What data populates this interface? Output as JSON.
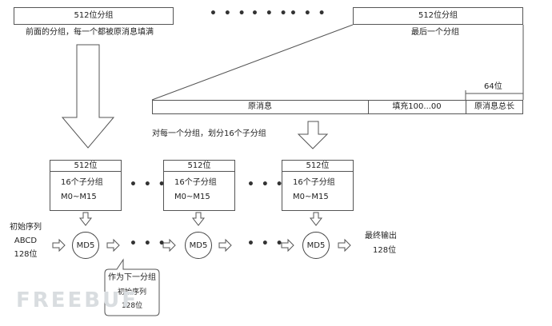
{
  "top": {
    "left_group_label": "512位分组",
    "left_group_desc": "前面的分组，每一个都被原消息填满",
    "dots": "• • •",
    "right_group_label": "512位分组",
    "right_group_desc": "最后一个分组"
  },
  "last_block": {
    "size_64": "64位",
    "orig_msg": "原消息",
    "padding": "填充100...00",
    "orig_len": "原消息总长"
  },
  "split_caption": "对每一个分组，划分16个子分组",
  "subblocks": [
    {
      "head": "512位",
      "line1": "16个子分组",
      "line2": "M0~M15"
    },
    {
      "head": "512位",
      "line1": "16个子分组",
      "line2": "M0~M15"
    },
    {
      "head": "512位",
      "line1": "16个子分组",
      "line2": "M0~M15"
    }
  ],
  "dots_short": "• • •",
  "init": {
    "line1": "初始序列",
    "line2": "ABCD",
    "line3": "128位"
  },
  "md5": [
    "MD5",
    "MD5",
    "MD5"
  ],
  "callout": {
    "line1": "作为下一分组",
    "line2": "初始序列",
    "line3": "128位"
  },
  "output": {
    "line1": "最终输出",
    "line2": "128位"
  },
  "watermark": "FREEBUF"
}
